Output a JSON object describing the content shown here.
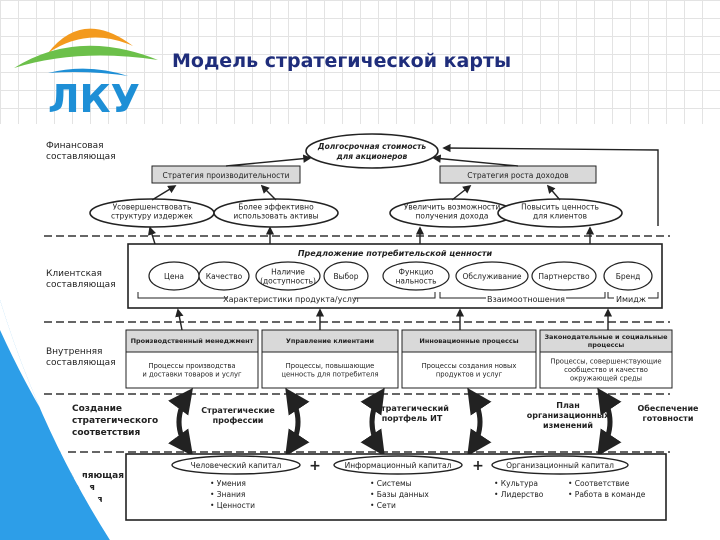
{
  "header": {
    "title": "Модель стратегической карты",
    "logo_text": "ЛКУ"
  },
  "colors": {
    "title": "#1f2d7b",
    "logo_blue": "#1e8fd6",
    "logo_green": "#6cc04a",
    "logo_orange": "#f39a1e",
    "corner_blue": "#2d9ee8",
    "dark": "#222222",
    "gray": "#d9d9d9"
  },
  "sections": {
    "financial": "Финансовая\nсоставляющая",
    "customer": "Клиентская\nсоставляющая",
    "internal": "Внутренняя\nсоставляющая",
    "alignment": "Создание\nстратегического\nсоответствия",
    "learning": "Составляющая\nобучения\nи развития"
  },
  "financial": {
    "goal": "Долгосрочная стоимость\nдля акционеров",
    "strategies": [
      "Стратегия производительности",
      "Стратегия роста доходов"
    ],
    "ovals": [
      "Усовершенствовать\nструктуру издержек",
      "Более эффективно\nиспользовать активы",
      "Увеличить возможности\nполучения дохода",
      "Повысить ценность\nдля клиентов"
    ]
  },
  "customer": {
    "header": "Предложение потребительской ценности",
    "items": [
      "Цена",
      "Качество",
      "Наличие\n(доступность)",
      "Выбор",
      "Функцио\nнальность",
      "Обслуживание",
      "Партнерство",
      "Бренд"
    ],
    "groups": [
      "Характеристики продукта/услуг",
      "Взаимоотношения",
      "Имидж"
    ]
  },
  "internal": {
    "headers": [
      "Производственный менеджмент",
      "Управление клиентами",
      "Инновационные процессы",
      "Законодательные и социальные\nпроцессы"
    ],
    "bodies": [
      "Процессы производства\nи доставки товаров и услуг",
      "Процессы, повышающие\nценность для потребителя",
      "Процессы создания новых\nпродуктов и услуг",
      "Процессы, совершенствующие\nсообщество и качество\nокружающей среды"
    ]
  },
  "alignment": {
    "labels": [
      "Стратегические\nпрофессии",
      "Стратегический\nпортфель ИТ",
      "План\nорганизационных\nизменений",
      "Обеспечение\nготовности"
    ]
  },
  "learning": {
    "capitals": [
      "Человеческий капитал",
      "Информационный капитал",
      "Организационный капитал"
    ],
    "plus": "+",
    "items": [
      [
        "• Умения",
        "• Знания",
        "• Ценности"
      ],
      [
        "• Системы",
        "• Базы данных",
        "• Сети"
      ],
      [
        "• Культура",
        "• Лидерство",
        "• Соответствие",
        "• Работа в команде"
      ]
    ]
  }
}
